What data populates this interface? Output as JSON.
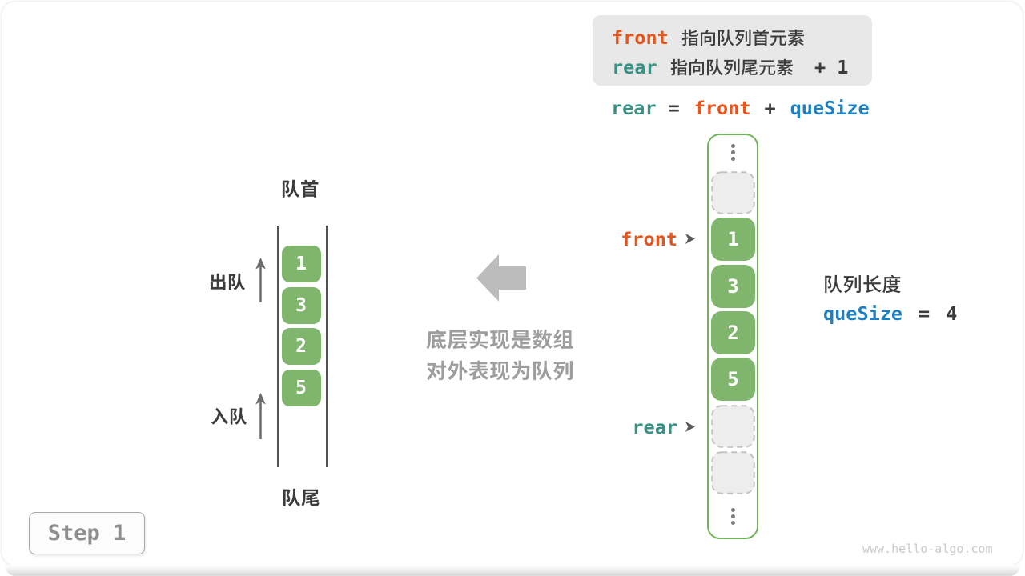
{
  "palette": {
    "orange": "#E8541C",
    "teal": "#3A9285",
    "blue": "#1E7FC1",
    "dark": "#3C3C3C",
    "cell_green": "#80B56E",
    "array_border_green": "#72B35C",
    "empty_fill": "#EDEDED",
    "empty_border": "#C4C4C4",
    "note_gray": "#9E9E9E",
    "big_arrow_gray": "#BCBCBC",
    "pointer_arrow_gray": "#5A5A5A",
    "label_dark": "#3C3C3C",
    "watermark_gray": "#CBCBCB"
  },
  "legend": {
    "line1": {
      "token": "front",
      "desc": "指向队列首元素"
    },
    "line2": {
      "token": "rear",
      "desc": "指向队列尾元素",
      "suffix": "+ 1"
    }
  },
  "formula": {
    "lhs": "rear",
    "eq": "=",
    "mid": "front",
    "plus": "+",
    "rhs": "queSize"
  },
  "array_panel": {
    "front_pointer": "front",
    "rear_pointer": "rear",
    "cells": [
      {
        "kind": "ellipsis"
      },
      {
        "kind": "empty"
      },
      {
        "kind": "value",
        "value": "1"
      },
      {
        "kind": "value",
        "value": "3"
      },
      {
        "kind": "value",
        "value": "2"
      },
      {
        "kind": "value",
        "value": "5"
      },
      {
        "kind": "empty"
      },
      {
        "kind": "empty"
      },
      {
        "kind": "ellipsis"
      }
    ]
  },
  "size_info": {
    "title": "队列长度",
    "var": "queSize",
    "eq": "=",
    "value": "4"
  },
  "queue_panel": {
    "head": "队首",
    "tail": "队尾",
    "dequeue": "出队",
    "enqueue": "入队",
    "values": [
      "1",
      "3",
      "2",
      "5"
    ]
  },
  "note": {
    "line1": "底层实现是数组",
    "line2": "对外表现为队列"
  },
  "step_badge": {
    "label": "Step 1"
  },
  "watermark": "www.hello-algo.com"
}
